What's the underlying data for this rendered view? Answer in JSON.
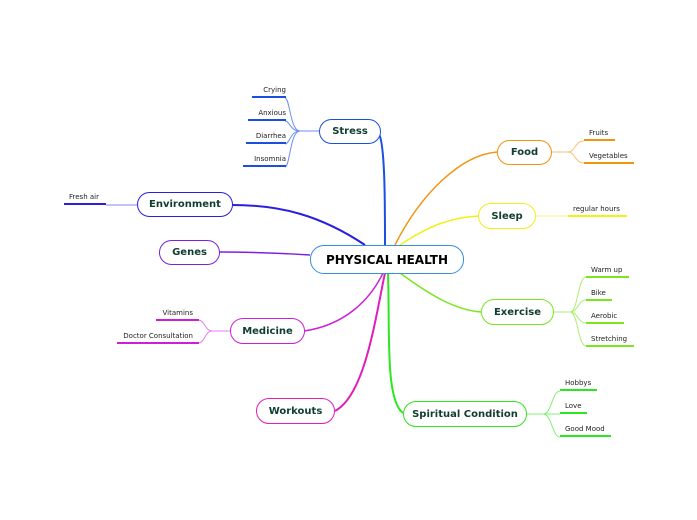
{
  "central": {
    "label": "PHYSICAL HEALTH",
    "color": "#3a8fd8"
  },
  "branches": [
    {
      "label": "Stress",
      "color": "#1a4fe0",
      "children": [
        "Crying",
        "Anxious",
        "Diarrhea",
        "Insomnia"
      ]
    },
    {
      "label": "Environment",
      "color": "#2a1fe0",
      "children": [
        "Fresh air"
      ]
    },
    {
      "label": "Genes",
      "color": "#7a22e0",
      "children": []
    },
    {
      "label": "Medicine",
      "color": "#cc1fd8",
      "children": [
        "Vitamins",
        "Doctor Consultation"
      ]
    },
    {
      "label": "Workouts",
      "color": "#e01fb8",
      "children": []
    },
    {
      "label": "Food",
      "color": "#f0950f",
      "children": [
        "Fruits",
        "Vegetables"
      ]
    },
    {
      "label": "Sleep",
      "color": "#f0f01a",
      "children": [
        "regular hours"
      ]
    },
    {
      "label": "Exercise",
      "color": "#7ae61f",
      "children": [
        "Warm up",
        "Bike",
        "Aerobic",
        "Stretching"
      ]
    },
    {
      "label": "Spiritual Condition",
      "color": "#2ee61f",
      "children": [
        "Hobbys",
        "Love",
        "Good Mood"
      ]
    }
  ]
}
